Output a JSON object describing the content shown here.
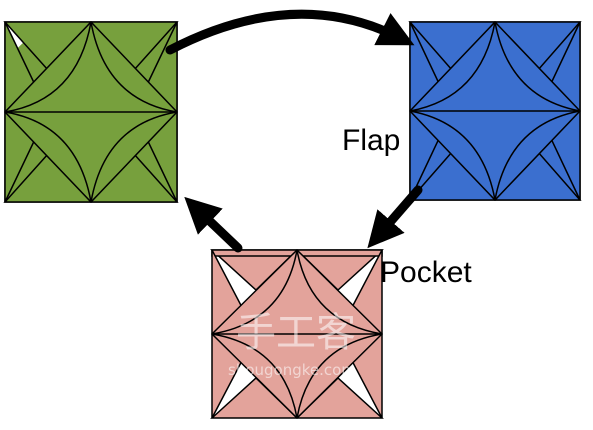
{
  "diagram": {
    "labels": {
      "flap": "Flap",
      "pocket": "Pocket"
    },
    "watermark": {
      "chinese": "手工客",
      "latin": "shougongke.com"
    },
    "units": [
      {
        "name": "green-unit",
        "color": "#77a03d"
      },
      {
        "name": "blue-unit",
        "color": "#3b6fcf"
      },
      {
        "name": "pink-unit",
        "color": "#e3a39b"
      }
    ],
    "arrows": [
      {
        "from": "green-unit",
        "to": "blue-unit"
      },
      {
        "from": "blue-unit",
        "to": "pink-unit"
      },
      {
        "from": "pink-unit",
        "to": "green-unit"
      }
    ],
    "colors": {
      "stroke": "#000000",
      "arrow": "#000000"
    }
  }
}
